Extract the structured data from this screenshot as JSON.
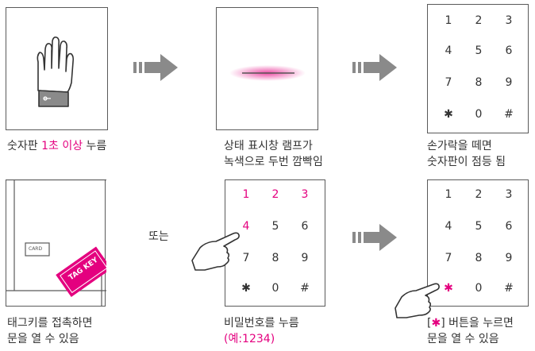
{
  "steps": [
    {
      "caption_prefix": "숫자판 ",
      "caption_highlight": "1초 이상",
      "caption_suffix": " 누름"
    },
    {
      "caption_line1": "상태 표시창 램프가",
      "caption_line2": "녹색으로 두번 깜빡임"
    },
    {
      "caption_line1": "손가락을 떼면",
      "caption_line2": "숫자판이 점등 됨"
    },
    {
      "caption_line1": "태그키를 접촉하면",
      "caption_line2": "문을 열 수 있음"
    },
    {
      "caption_line1": "비밀번호를 누름",
      "caption_line2": "(예:1234)"
    },
    {
      "caption_line1_prefix": "[",
      "caption_line1_highlight": "✱",
      "caption_line1_suffix": "] 버튼을 누르면",
      "caption_line2": "문을 열 수 있음"
    }
  ],
  "or_label": "또는",
  "card": {
    "chip_label": "CARD",
    "tag_label": "TAG KEY"
  },
  "keypad_keys": [
    "1",
    "2",
    "3",
    "4",
    "5",
    "6",
    "7",
    "8",
    "9",
    "✱",
    "0",
    "#"
  ],
  "colors": {
    "accent": "#e4007f",
    "arrow": "#8a8a8a",
    "line": "#5a5a5a"
  }
}
